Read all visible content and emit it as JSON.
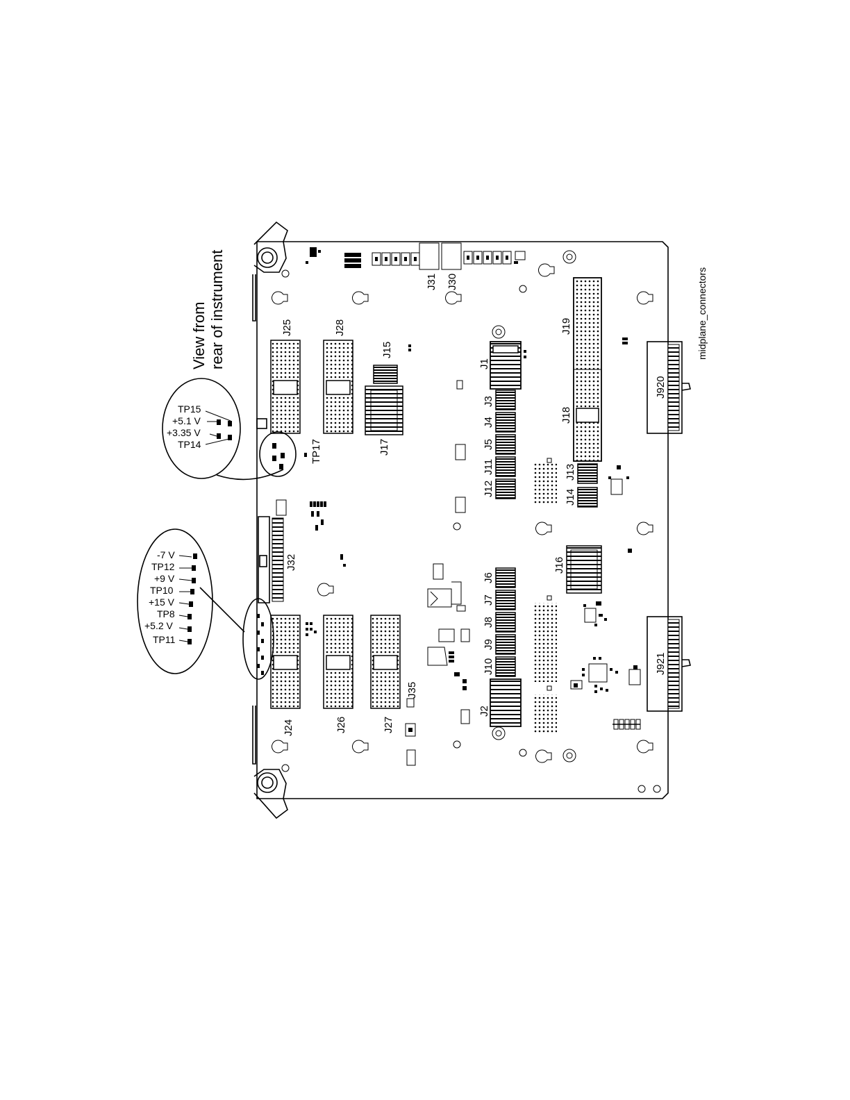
{
  "caption": {
    "line1": "View from",
    "line2": "rear of instrument"
  },
  "figure_id": "midplane_connectors",
  "connectors": {
    "j1": "J1",
    "j2": "J2",
    "j3": "J3",
    "j4": "J4",
    "j5": "J5",
    "j6": "J6",
    "j7": "J7",
    "j8": "J8",
    "j9": "J9",
    "j10": "J10",
    "j11": "J11",
    "j12": "J12",
    "j13": "J13",
    "j14": "J14",
    "j15": "J15",
    "j16": "J16",
    "j17": "J17",
    "j18": "J18",
    "j19": "J19",
    "j24": "J24",
    "j25": "J25",
    "j26": "J26",
    "j27": "J27",
    "j28": "J28",
    "j30": "J30",
    "j31": "J31",
    "j32": "J32",
    "j35": "J35",
    "j920": "J920",
    "j921": "J921"
  },
  "testpoints": {
    "tp17": "TP17"
  },
  "callout_upper": {
    "items": [
      "TP15",
      "+5.1 V",
      "+3.35 V",
      "TP14"
    ]
  },
  "callout_lower": {
    "items": [
      "-7 V",
      "TP12",
      "+9 V",
      "TP10",
      "+15 V",
      "TP8",
      "+5.2 V",
      "TP11"
    ]
  }
}
